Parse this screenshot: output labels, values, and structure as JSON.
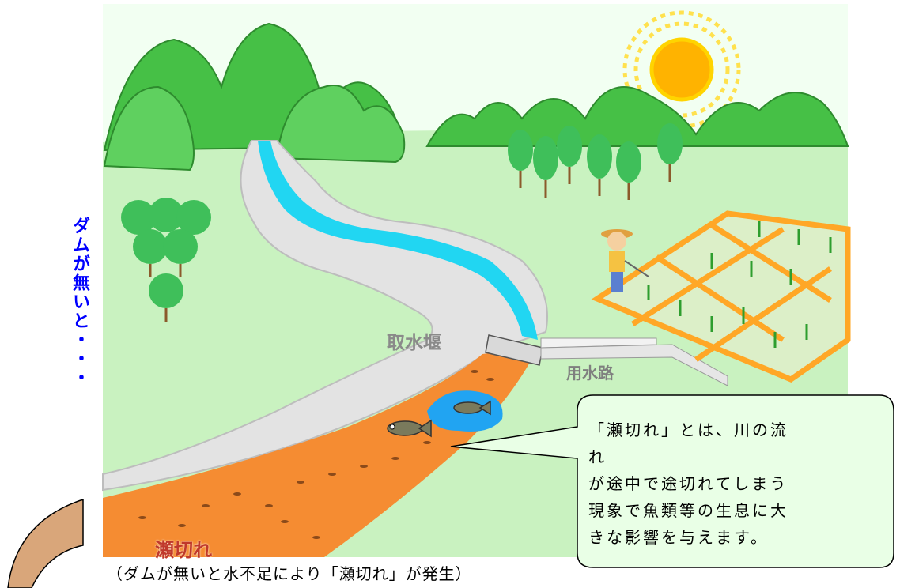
{
  "side_heading": "ダムが無いと・・・",
  "labels": {
    "intake_weir": "取水堰",
    "irrigation_canal": "用水路",
    "dry_section": "瀬切れ"
  },
  "callout": {
    "lines": [
      "「瀬切れ」とは、川の流れ",
      "が途中で途切れてしまう",
      "現象で魚類等の生息に大",
      "きな影響を与えます。"
    ]
  },
  "caption": "（ダムが無いと水不足により「瀬切れ」が発生）",
  "colors": {
    "sky": "#eaffea",
    "ground": "#c9f2c0",
    "mountain": "#4cc24c",
    "river_water": "#21d6f2",
    "dry_riverbed": "#f58c32",
    "sun": "#ffb300",
    "heading_blue": "#0000ff"
  }
}
